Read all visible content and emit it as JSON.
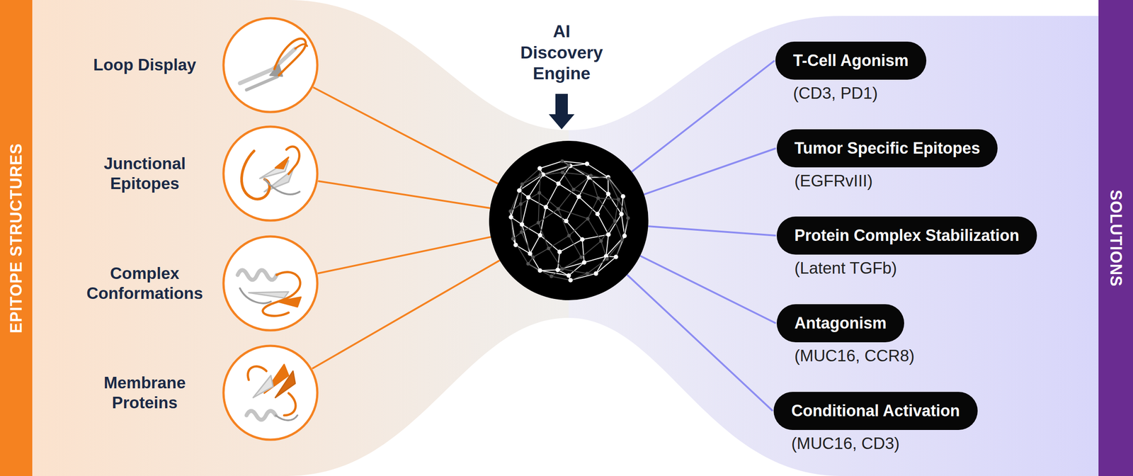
{
  "diagram": {
    "nodes": [
      {
        "text": [
          "EPITOPE STRUCTURES"
        ]
      },
      {
        "text": [
          "Loop Display"
        ]
      },
      {
        "text": [
          "Junctional Epitopes"
        ]
      },
      {
        "text": [
          "Complex Conformations"
        ]
      },
      {
        "text": [
          "Membrane Proteins"
        ]
      },
      {
        "text": [
          "AI Discovery Engine"
        ]
      },
      {
        "text": [
          "T-Cell Agonism",
          "(CD3, PD1)"
        ]
      },
      {
        "text": [
          "Tumor Specific Epitopes",
          "(EGFRvIII)"
        ]
      },
      {
        "text": [
          "Protein Complex Stabilization",
          "(Latent TGFb)"
        ]
      },
      {
        "text": [
          "Antagonism",
          "(MUC16, CCR8)"
        ]
      },
      {
        "text": [
          "Conditional Activation",
          "(MUC16, CD3)"
        ]
      },
      {
        "text": [
          "SOLUTIONS"
        ]
      }
    ],
    "edges": [
      {
        "from": 1,
        "to": 5,
        "arrow": "none"
      },
      {
        "from": 2,
        "to": 5,
        "arrow": "none"
      },
      {
        "from": 3,
        "to": 5,
        "arrow": "none"
      },
      {
        "from": 4,
        "to": 5,
        "arrow": "none"
      },
      {
        "from": 5,
        "to": 6,
        "arrow": "none"
      },
      {
        "from": 5,
        "to": 7,
        "arrow": "none"
      },
      {
        "from": 5,
        "to": 8,
        "arrow": "none"
      },
      {
        "from": 5,
        "to": 9,
        "arrow": "none"
      },
      {
        "from": 5,
        "to": 10,
        "arrow": "none"
      }
    ]
  }
}
